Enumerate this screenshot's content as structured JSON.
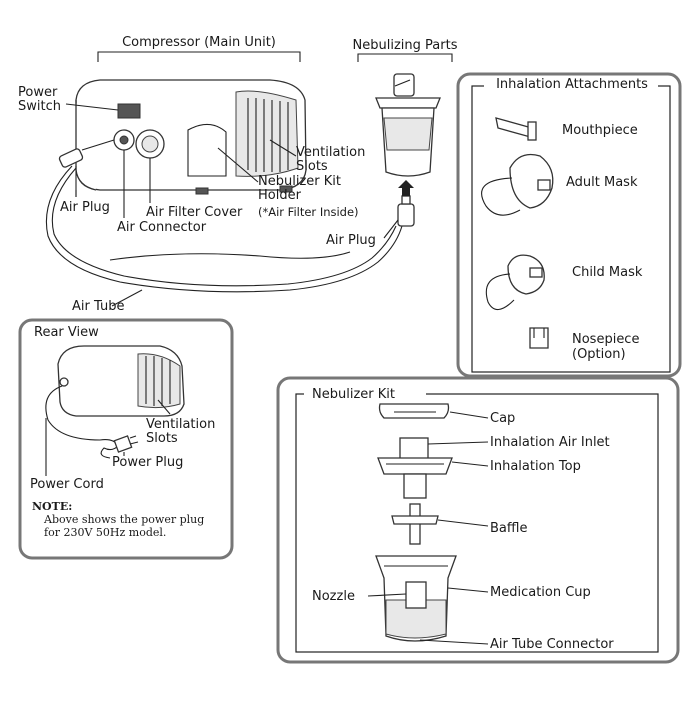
{
  "labels": {
    "compressor": "Compressor (Main Unit)",
    "nebulizing_parts": "Nebulizing Parts",
    "power_switch_1": "Power",
    "power_switch_2": "Switch",
    "ventilation_1": "Ventilation",
    "ventilation_2": "Slots",
    "kit_holder_1": "Nebulizer Kit",
    "kit_holder_2": "Holder",
    "air_plug_left": "Air Plug",
    "air_filter_cover": "Air Filter Cover",
    "air_filter_note": "(*Air Filter Inside)",
    "air_connector": "Air Connector",
    "air_plug_right": "Air Plug",
    "air_tube": "Air Tube"
  },
  "inhalation": {
    "title": "Inhalation Attachments",
    "mouthpiece": "Mouthpiece",
    "adult_mask": "Adult Mask",
    "child_mask": "Child Mask",
    "nosepiece_1": "Nosepiece",
    "nosepiece_2": "(Option)"
  },
  "rear_view": {
    "title": "Rear View",
    "ventilation_1": "Ventilation",
    "ventilation_2": "Slots",
    "power_plug": "Power Plug",
    "power_cord": "Power Cord",
    "note_heading": "NOTE:",
    "note_line1": "Above shows the power plug",
    "note_line2": "for 230V 50Hz model."
  },
  "nebulizer_kit": {
    "title": "Nebulizer Kit",
    "cap": "Cap",
    "inhalation_air_inlet": "Inhalation Air Inlet",
    "inhalation_top": "Inhalation Top",
    "baffle": "Baffle",
    "nozzle": "Nozzle",
    "medication_cup": "Medication Cup",
    "air_tube_connector": "Air Tube Connector"
  }
}
